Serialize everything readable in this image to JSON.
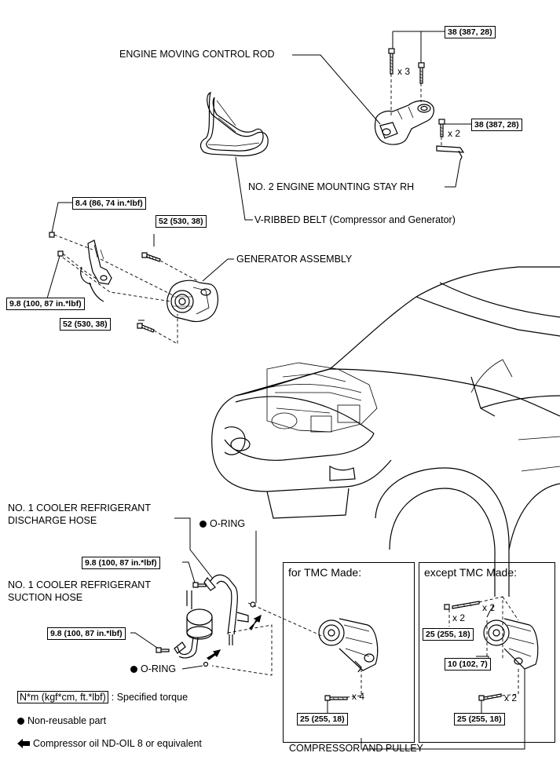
{
  "labels": {
    "engine_moving_control_rod": "ENGINE MOVING CONTROL ROD",
    "no2_engine_mounting_stay": "NO. 2 ENGINE MOUNTING STAY RH",
    "v_ribbed_belt": "V-RIBBED BELT (Compressor and Generator)",
    "generator_assembly": "GENERATOR ASSEMBLY",
    "discharge_hose_line1": "NO. 1 COOLER REFRIGERANT",
    "discharge_hose_line2": "DISCHARGE HOSE",
    "suction_hose_line1": "NO. 1 COOLER REFRIGERANT",
    "suction_hose_line2": "SUCTION HOSE",
    "o_ring_top": "O-RING",
    "o_ring_bottom": "O-RING",
    "compressor_and_pulley": "COMPRESSOR AND PULLEY"
  },
  "torques": {
    "rod_top": "38 (387, 28)",
    "rod_side": "38 (387, 28)",
    "gen_84": "8.4 (86, 74 in.*lbf)",
    "gen_52_top": "52 (530, 38)",
    "gen_98": "9.8 (100, 87 in.*lbf)",
    "gen_52_bottom": "52 (530, 38)",
    "hose_98_top": "9.8 (100, 87 in.*lbf)",
    "hose_98_bottom": "9.8 (100, 87 in.*lbf)",
    "tmc_25": "25 (255, 18)",
    "except_25_top": "25 (255, 18)",
    "except_10": "10 (102, 7)",
    "except_25_bottom": "25 (255, 18)"
  },
  "multipliers": {
    "rod_x3": "x 3",
    "rod_x2": "x 2",
    "tmc_x4": "x 4",
    "except_x2_a": "x 2",
    "except_x2_b": "x 2",
    "except_x2_c": "x 2"
  },
  "panels": {
    "tmc_title": "for TMC Made:",
    "except_title": "except TMC Made:"
  },
  "legend": {
    "torque_key": "N*m (kgf*cm, ft.*lbf)",
    "torque_desc": ": Specified torque",
    "non_reusable": "Non-reusable part",
    "compressor_oil": "Compressor oil ND-OIL 8 or equivalent"
  }
}
